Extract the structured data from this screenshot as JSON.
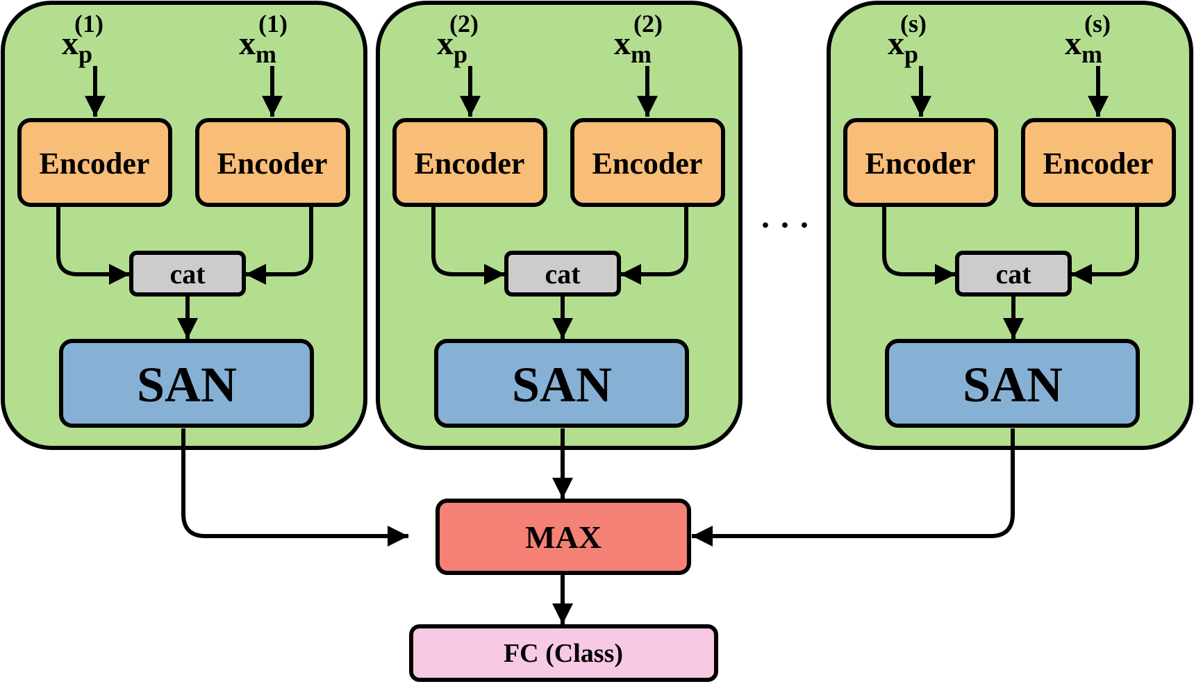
{
  "colors": {
    "group_fill": "#b3de8f",
    "encoder_fill": "#f8bd77",
    "cat_fill": "#cccccc",
    "san_fill": "#86b1d5",
    "max_fill": "#f48076",
    "fc_fill": "#f8c9e3",
    "stroke": "#000000"
  },
  "groups": [
    {
      "input_p": {
        "base": "x",
        "sub": "p",
        "sup": "(1)"
      },
      "input_m": {
        "base": "x",
        "sub": "m",
        "sup": "(1)"
      },
      "encoder_left": "Encoder",
      "encoder_right": "Encoder",
      "cat": "cat",
      "san": "SAN"
    },
    {
      "input_p": {
        "base": "x",
        "sub": "p",
        "sup": "(2)"
      },
      "input_m": {
        "base": "x",
        "sub": "m",
        "sup": "(2)"
      },
      "encoder_left": "Encoder",
      "encoder_right": "Encoder",
      "cat": "cat",
      "san": "SAN"
    },
    {
      "input_p": {
        "base": "x",
        "sub": "p",
        "sup": "(s)"
      },
      "input_m": {
        "base": "x",
        "sub": "m",
        "sup": "(s)"
      },
      "encoder_left": "Encoder",
      "encoder_right": "Encoder",
      "cat": "cat",
      "san": "SAN"
    }
  ],
  "ellipsis": "· · ·",
  "max_label": "MAX",
  "fc_label": "FC (Class)"
}
